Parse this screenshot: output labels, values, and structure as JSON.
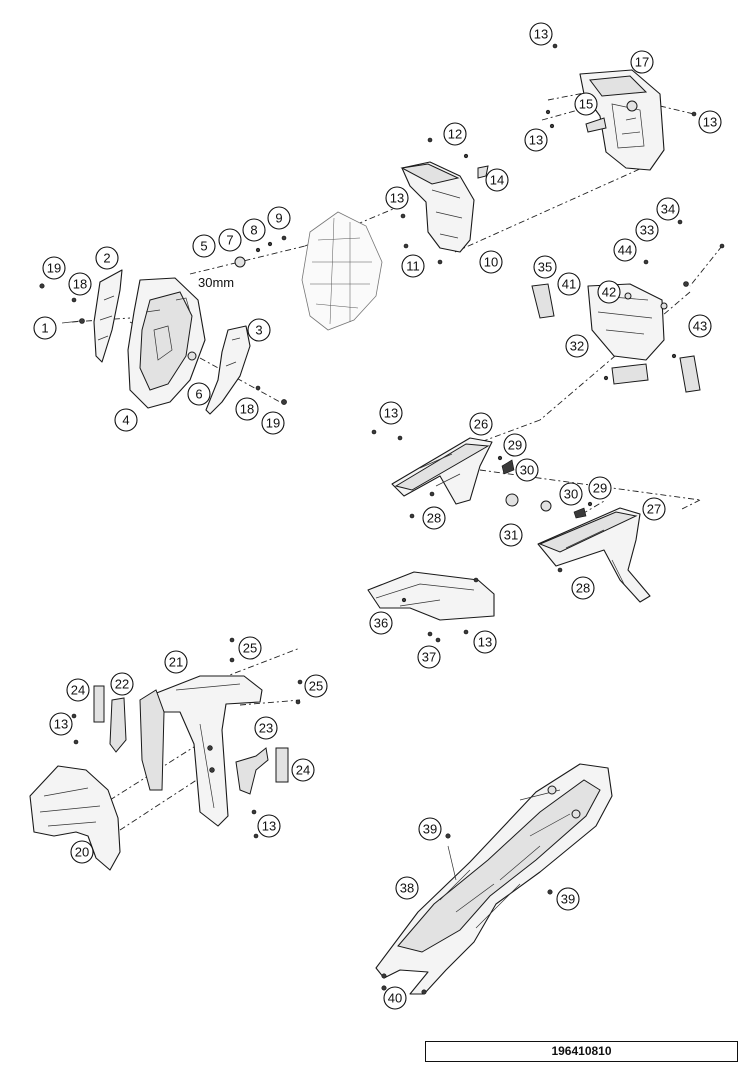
{
  "diagram": {
    "callouts": [
      "1",
      "2",
      "3",
      "4",
      "5",
      "6",
      "7",
      "8",
      "9",
      "10",
      "11",
      "12",
      "13",
      "14",
      "15",
      "17",
      "18",
      "19",
      "20",
      "21",
      "22",
      "23",
      "24",
      "25",
      "26",
      "27",
      "28",
      "29",
      "30",
      "31",
      "32",
      "33",
      "34",
      "35",
      "36",
      "37",
      "38",
      "39",
      "40",
      "41",
      "42",
      "43",
      "44"
    ],
    "dimension_note": "30mm",
    "document_number": "196410810"
  }
}
